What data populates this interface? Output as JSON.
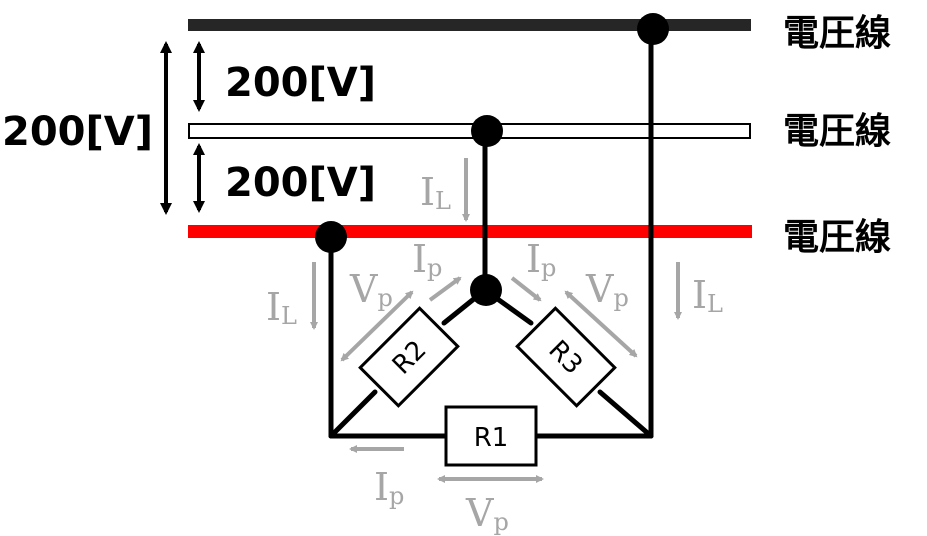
{
  "lines": {
    "top": {
      "label": "電圧線",
      "color": "#262626"
    },
    "middle": {
      "label": "電圧線",
      "color": "#ffffff",
      "stroke": "#000000"
    },
    "bottom": {
      "label": "電圧線",
      "color": "#ff0000"
    }
  },
  "voltages": {
    "upper": "200[V]",
    "lower": "200[V]",
    "total": "200[V]"
  },
  "resistors": {
    "r1": "R1",
    "r2": "R2",
    "r3": "R3"
  },
  "currents": {
    "line_symbol": "I",
    "line_sub": "L",
    "phase_symbol": "I",
    "phase_sub": "p"
  },
  "phase_voltage": {
    "symbol": "V",
    "sub": "p"
  },
  "colors": {
    "wire": "#000000",
    "annotation": "#a6a6a6"
  }
}
